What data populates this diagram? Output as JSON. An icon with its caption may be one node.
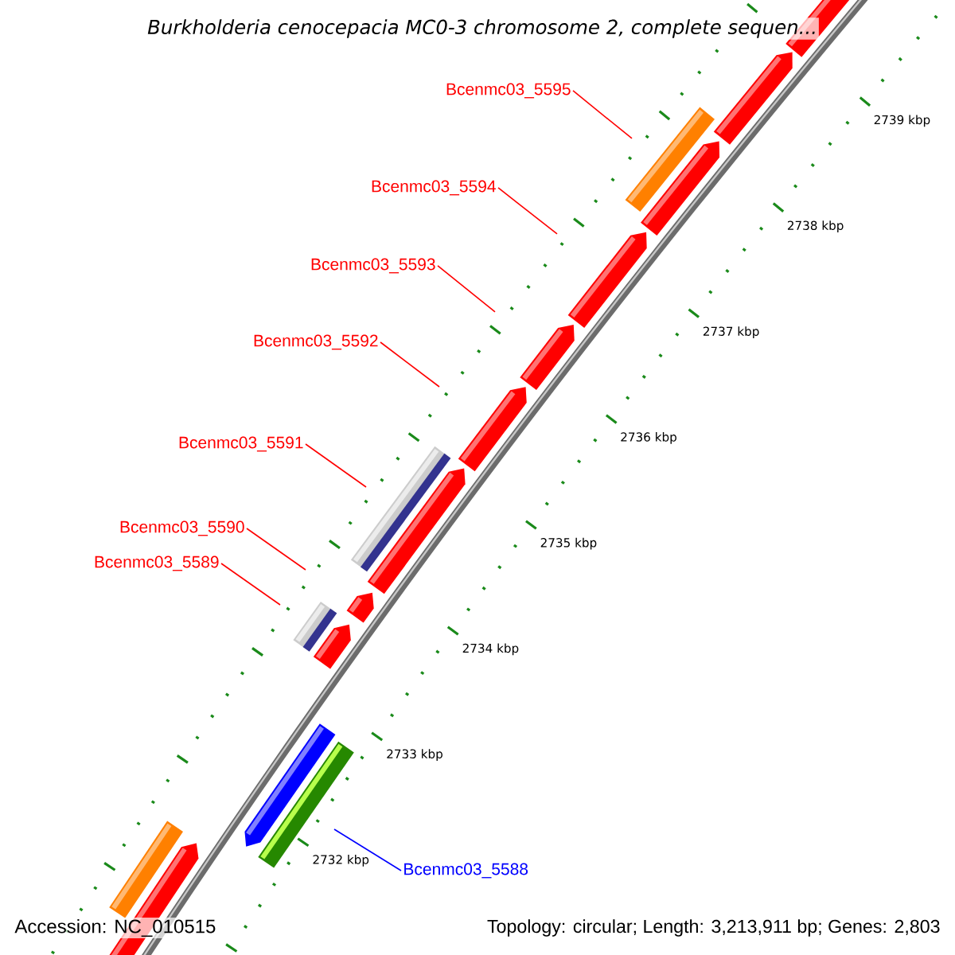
{
  "diagram": {
    "title": "Burkholderia cenocepacia MC0-3 chromosome 2, complete sequen...",
    "nodes": [
      {
        "text": [
          "Bcenmc03_5595"
        ]
      },
      {
        "text": [
          "Bcenmc03_5594"
        ]
      },
      {
        "text": [
          "Bcenmc03_5593"
        ]
      },
      {
        "text": [
          "Bcenmc03_5592"
        ]
      },
      {
        "text": [
          "Bcenmc03_5591"
        ]
      },
      {
        "text": [
          "Bcenmc03_5590"
        ]
      },
      {
        "text": [
          "Bcenmc03_5589"
        ]
      },
      {
        "text": [
          "Bcenmc03_5588"
        ]
      }
    ],
    "edges": [
      {
        "from": 0,
        "to": null,
        "arrow": "none"
      },
      {
        "from": 1,
        "to": null,
        "arrow": "none"
      },
      {
        "from": 2,
        "to": null,
        "arrow": "none"
      },
      {
        "from": 3,
        "to": null,
        "arrow": "none"
      },
      {
        "from": 4,
        "to": null,
        "arrow": "none"
      },
      {
        "from": 5,
        "to": null,
        "arrow": "none"
      },
      {
        "from": 6,
        "to": null,
        "arrow": "none"
      },
      {
        "from": 7,
        "to": null,
        "arrow": "none",
        "color": "#0000ff"
      }
    ],
    "labels": [
      "2739 kbp",
      "2738 kbp",
      "2737 kbp",
      "2736 kbp",
      "2735 kbp",
      "2734 kbp",
      "2733 kbp",
      "2732 kbp",
      "Accession: NC_010515",
      "Topology: circular; Length: 3,213,911 bp; Genes: 2,803"
    ]
  }
}
